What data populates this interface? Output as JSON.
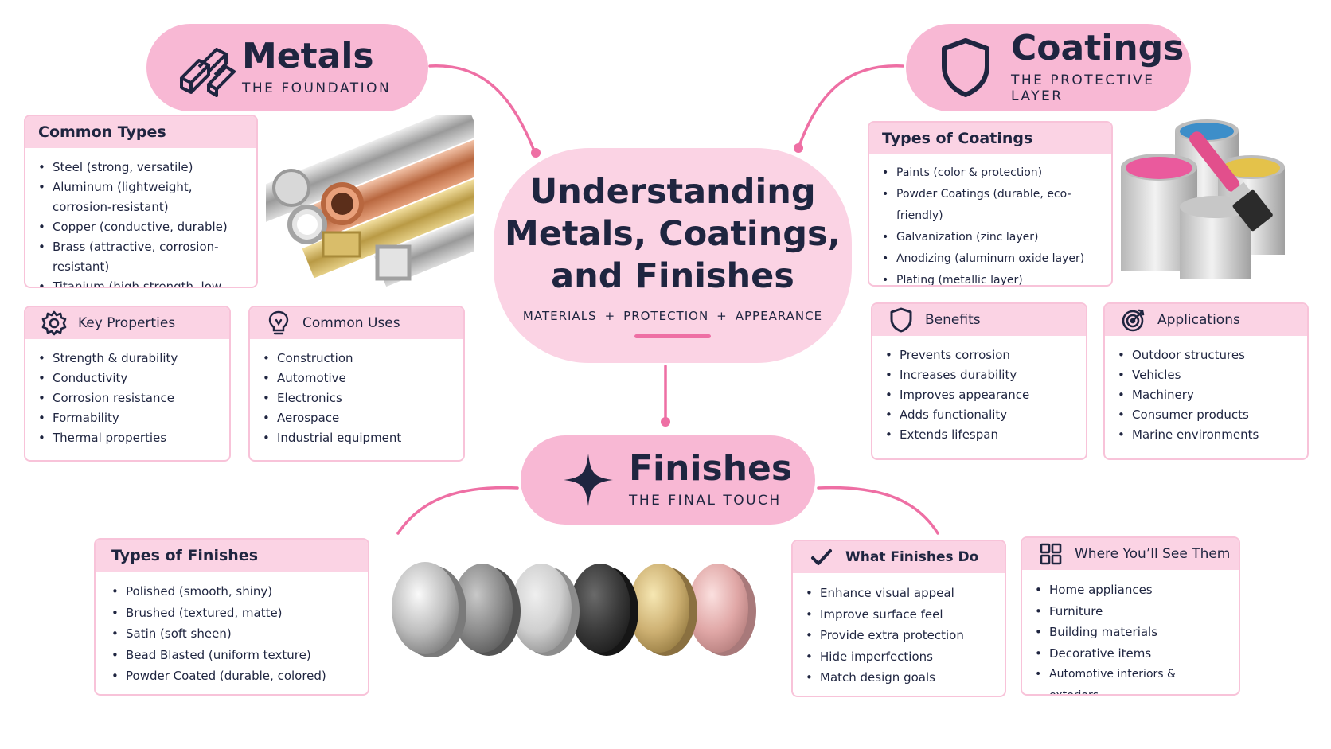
{
  "center": {
    "title": "Understanding Metals, Coatings, and Finishes",
    "tags": [
      "MATERIALS",
      "+",
      "PROTECTION",
      "+",
      "APPEARANCE"
    ]
  },
  "metals": {
    "title": "Metals",
    "subtitle": "THE FOUNDATION",
    "icon": "metal-bars-icon",
    "common_types": {
      "title": "Common Types",
      "items": [
        "Steel (strong, versatile)",
        "Aluminum (lightweight, corrosion-resistant)",
        "Copper (conductive, durable)",
        "Brass (attractive, corrosion-resistant)",
        "Titanium (high strength, low weight)"
      ]
    },
    "key_properties": {
      "title": "Key Properties",
      "icon": "gear-icon",
      "items": [
        "Strength & durability",
        "Conductivity",
        "Corrosion resistance",
        "Formability",
        "Thermal properties"
      ]
    },
    "common_uses": {
      "title": "Common Uses",
      "icon": "lightbulb-icon",
      "items": [
        "Construction",
        "Automotive",
        "Electronics",
        "Aerospace",
        "Industrial equipment"
      ]
    }
  },
  "coatings": {
    "title": "Coatings",
    "subtitle": "THE PROTECTIVE LAYER",
    "icon": "shield-icon",
    "types": {
      "title": "Types of Coatings",
      "items": [
        "Paints (color & protection)",
        "Powder Coatings (durable, eco-friendly)",
        "Galvanization (zinc layer)",
        "Anodizing (aluminum oxide layer)",
        "Plating (metallic layer)"
      ]
    },
    "benefits": {
      "title": "Benefits",
      "icon": "shield-icon",
      "items": [
        "Prevents corrosion",
        "Increases durability",
        "Improves appearance",
        "Adds functionality",
        "Extends lifespan"
      ]
    },
    "applications": {
      "title": "Applications",
      "icon": "target-icon",
      "items": [
        "Outdoor structures",
        "Vehicles",
        "Machinery",
        "Consumer products",
        "Marine environments"
      ]
    }
  },
  "finishes": {
    "title": "Finishes",
    "subtitle": "THE FINAL TOUCH",
    "icon": "sparkle-icon",
    "types": {
      "title": "Types of Finishes",
      "items": [
        "Polished (smooth, shiny)",
        "Brushed (textured, matte)",
        "Satin (soft sheen)",
        "Bead Blasted (uniform texture)",
        "Powder Coated (durable, colored)"
      ]
    },
    "what_they_do": {
      "title": "What Finishes Do",
      "icon": "checkmark-icon",
      "items": [
        "Enhance visual appeal",
        "Improve surface feel",
        "Provide extra protection",
        "Hide imperfections",
        "Match design goals"
      ]
    },
    "where_seen": {
      "title": "Where You’ll See Them",
      "icon": "grid-icon",
      "items": [
        "Home appliances",
        "Furniture",
        "Building materials",
        "Decorative items",
        "Automotive interiors & exteriors"
      ]
    }
  },
  "colors": {
    "pill": "#f8b8d4",
    "card_header": "#fbd3e4",
    "connector": "#ee6fa4",
    "text": "#1f2540"
  }
}
